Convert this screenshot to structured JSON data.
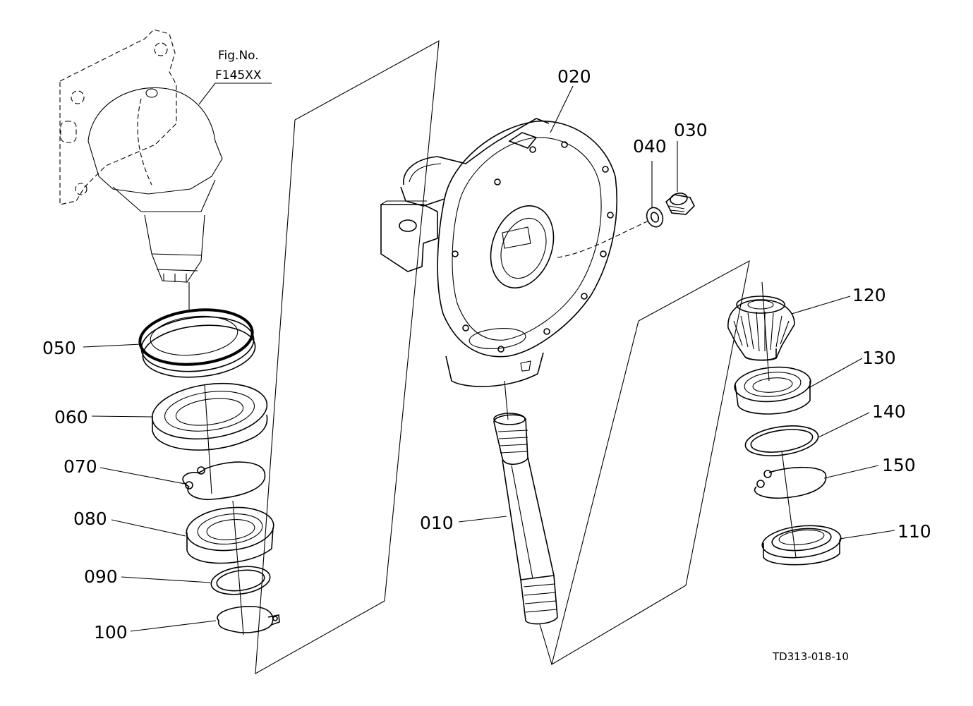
{
  "figure": {
    "ref_line1": "Fig.No.",
    "ref_line2": "F145XX",
    "drawing_code": "TD313-018-10"
  },
  "parts": {
    "p010": "010",
    "p020": "020",
    "p030": "030",
    "p040": "040",
    "p050": "050",
    "p060": "060",
    "p070": "070",
    "p080": "080",
    "p090": "090",
    "p100": "100",
    "p110": "110",
    "p120": "120",
    "p130": "130",
    "p140": "140",
    "p150": "150"
  }
}
